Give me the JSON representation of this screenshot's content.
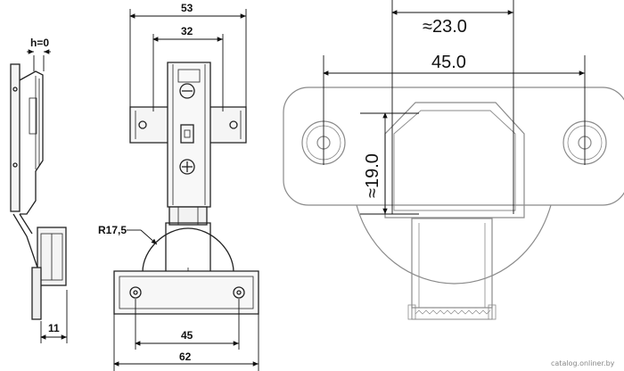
{
  "diagram": {
    "left_view": {
      "gap_label": "h=0",
      "depth_label": "11",
      "radius_label": "R17,5",
      "top_width_label": "53",
      "top_inner_label": "32",
      "bottom_inner_label": "45",
      "bottom_width_label": "62"
    },
    "right_view": {
      "top_label": "≈23.0",
      "width_label": "45.0",
      "height_label": "≈19.0"
    },
    "watermark": "catalog.onliner.by"
  }
}
